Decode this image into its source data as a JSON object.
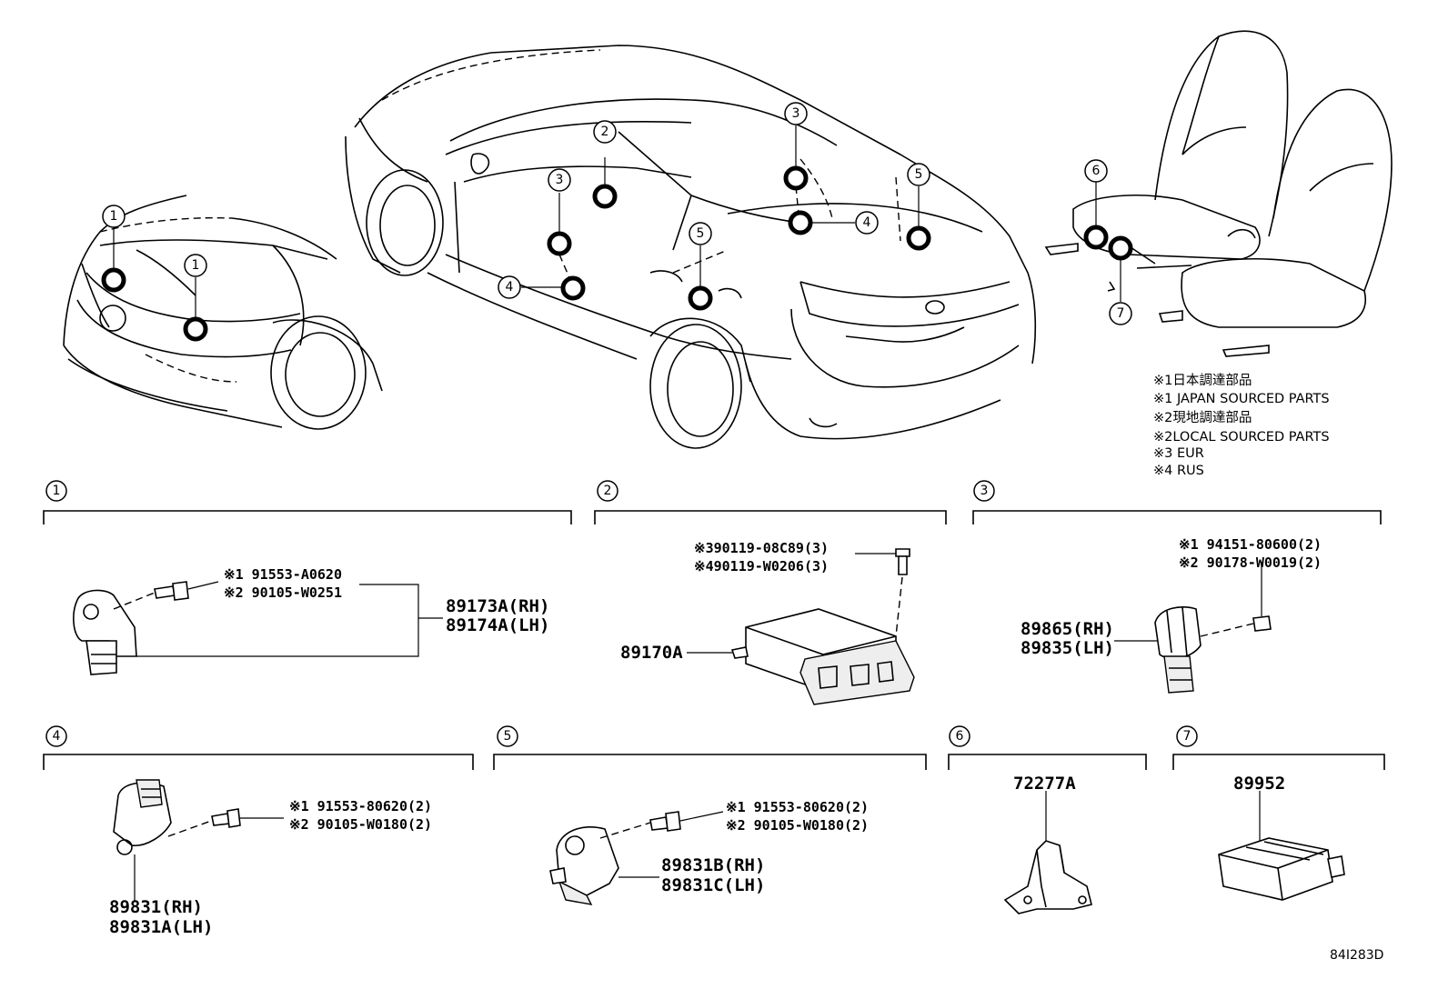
{
  "legend": [
    "※1日本調達部品",
    "※1 JAPAN SOURCED PARTS",
    "※2現地調達部品",
    "※2LOCAL SOURCED PARTS",
    "※3 EUR",
    "※4 RUS"
  ],
  "sections": [
    {
      "num": "1",
      "refs": [
        "※1 91553-A0620",
        "※2 90105-W0251"
      ],
      "parts": [
        "89173A(RH)",
        "89174A(LH)"
      ]
    },
    {
      "num": "2",
      "refs": [
        "※390119-08C89(3)",
        "※490119-W0206(3)"
      ],
      "parts": [
        "89170A"
      ]
    },
    {
      "num": "3",
      "refs": [
        "※1 94151-80600(2)",
        "※2 90178-W0019(2)"
      ],
      "parts": [
        "89865(RH)",
        "89835(LH)"
      ]
    },
    {
      "num": "4",
      "refs": [
        "※1 91553-80620(2)",
        "※2 90105-W0180(2)"
      ],
      "parts": [
        "89831(RH)",
        "89831A(LH)"
      ]
    },
    {
      "num": "5",
      "refs": [
        "※1 91553-80620(2)",
        "※2 90105-W0180(2)"
      ],
      "parts": [
        "89831B(RH)",
        "89831C(LH)"
      ]
    },
    {
      "num": "6",
      "refs": [],
      "parts": [
        "72277A"
      ]
    },
    {
      "num": "7",
      "refs": [],
      "parts": [
        "89952"
      ]
    }
  ],
  "diagram_code": "84I283D"
}
